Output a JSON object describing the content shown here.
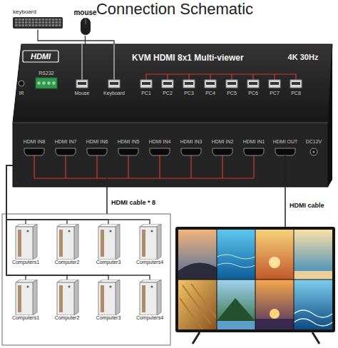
{
  "diagram": {
    "title": "Connection Schematic",
    "nodes": [
      {
        "text": [
          "keyboard"
        ]
      },
      {
        "text": [
          "mouse"
        ]
      },
      {
        "text": [
          "KVM HDMI 8x1 Multi-viewer"
        ]
      },
      {
        "text": [
          "Computers1"
        ]
      },
      {
        "text": [
          "Computer2"
        ]
      },
      {
        "text": [
          "Computer3"
        ]
      },
      {
        "text": [
          "Computers4"
        ]
      },
      {
        "text": [
          "Computers1"
        ]
      },
      {
        "text": [
          "Computer2"
        ]
      },
      {
        "text": [
          "Computer3"
        ]
      },
      {
        "text": [
          "Computers4"
        ]
      }
    ],
    "edges": [
      {
        "from": 0,
        "to": 2,
        "arrow": "none"
      },
      {
        "from": 1,
        "to": 2,
        "arrow": "none"
      },
      {
        "from": 3,
        "to": 2,
        "arrow": "none"
      },
      {
        "from": 4,
        "to": 2,
        "arrow": "none"
      },
      {
        "from": 5,
        "to": 2,
        "arrow": "none"
      },
      {
        "from": 6,
        "to": 2,
        "arrow": "none"
      },
      {
        "from": 7,
        "to": 2,
        "arrow": "none"
      },
      {
        "from": 8,
        "to": 2,
        "arrow": "none"
      },
      {
        "from": 9,
        "to": 2,
        "arrow": "none"
      },
      {
        "from": 10,
        "to": 2,
        "arrow": "none"
      }
    ],
    "labels": [
      "HDMI",
      "4K 30Hz",
      "IR",
      "RS232",
      "Mouse",
      "Keyboard",
      "PC1",
      "PC2",
      "PC3",
      "PC4",
      "PC5",
      "PC6",
      "PC7",
      "PC8",
      "HDMI IN8",
      "HDMI IN7",
      "HDMI IN6",
      "HDMI IN5",
      "HDMI IN4",
      "HDMI IN3",
      "HDMI IN2",
      "HDMI IN1",
      "HDMI OUT",
      "DC12V",
      "HDMI cable * 8",
      "HDMI cable"
    ]
  }
}
